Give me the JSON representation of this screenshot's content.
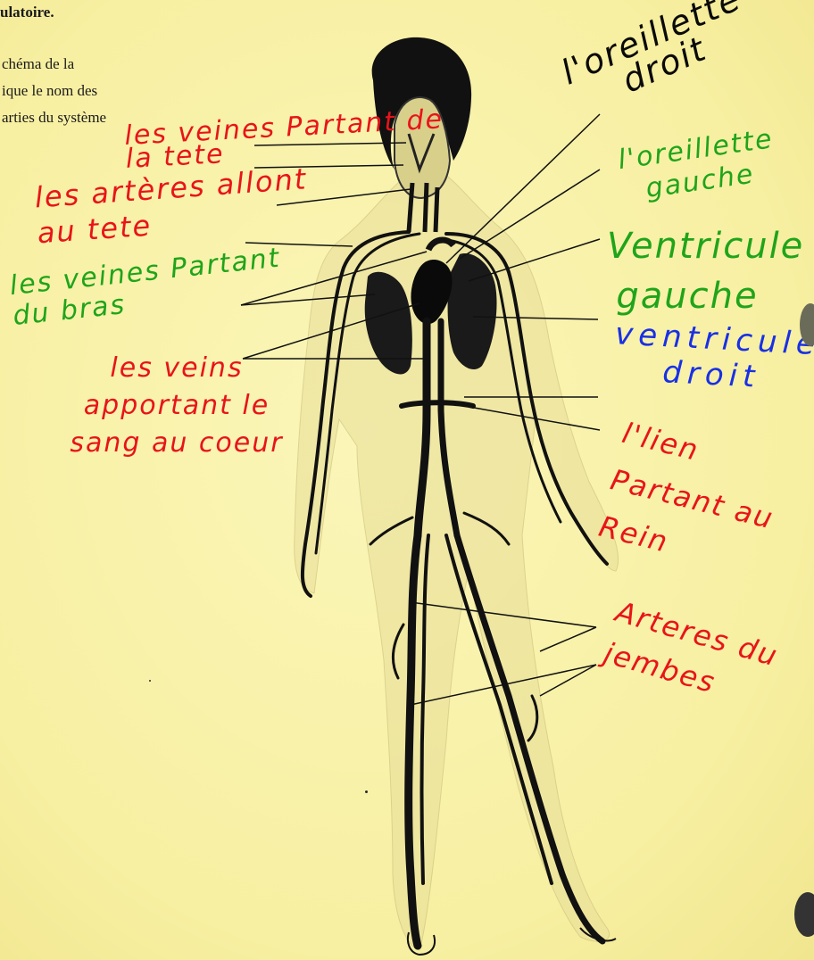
{
  "printed_text": {
    "line1": "ulatoire.",
    "line2": "chéma de la",
    "line3": "ique le nom des",
    "line4": "arties du système"
  },
  "labels": {
    "veines_tete": "les veines Partant de la tete",
    "arteres_tete": "les artères allont au tete",
    "veines_bras": "les veines Partant du bras",
    "veines_coeur": "les veins apportant le sang au coeur",
    "oreillette_droit": "l'oreillette droit",
    "oreillette_gauche": "l'oreillette gauche",
    "ventricule_gauche": "Ventricule gauche",
    "ventricule_droit": "ventricule droit",
    "lien_rein": "l'lien Partant au Rein",
    "arteres_jambes": "Arteres du jembes"
  },
  "colors": {
    "paper": "#f8f1a6",
    "red_ink": "#e8141a",
    "green_ink": "#1fa41a",
    "blue_ink": "#1830e6",
    "black_ink": "#0a0a0a"
  }
}
